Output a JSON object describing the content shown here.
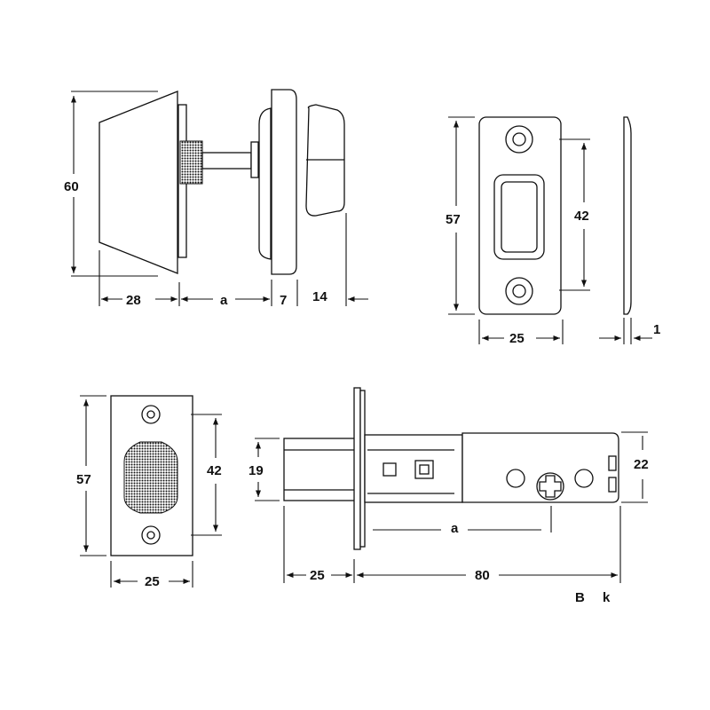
{
  "views": {
    "deadbolt_side": {
      "height": "60",
      "depth": "28",
      "variable": "a",
      "plate": "7",
      "thumbturn": "14"
    },
    "strike_plate": {
      "height": "57",
      "hole_spacing": "42",
      "width": "25",
      "thickness": "1"
    },
    "latch_face": {
      "height": "57",
      "hole_spacing": "42",
      "width": "25"
    },
    "latch_body": {
      "bolt_height": "19",
      "case_height": "22",
      "variable": "a",
      "projection": "25",
      "length": "80"
    }
  },
  "legend": {
    "b": "B",
    "k": "k"
  },
  "colors": {
    "line": "#111111",
    "background": "#ffffff"
  }
}
